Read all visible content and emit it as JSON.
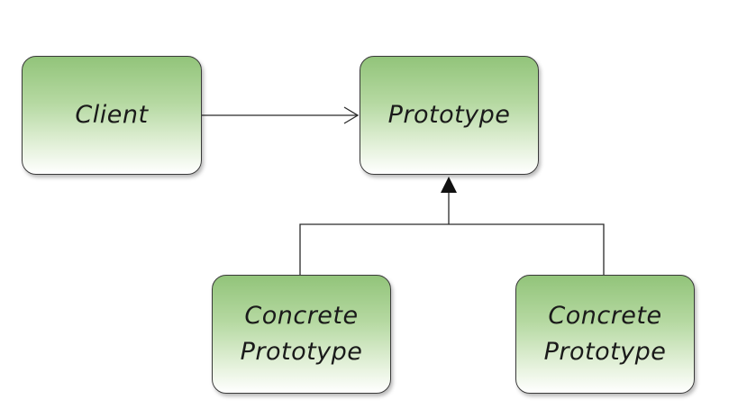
{
  "diagram": {
    "nodes": {
      "client": {
        "label": "Client"
      },
      "prototype": {
        "label": "Prototype"
      },
      "concrete_prototype_1": {
        "label": "Concrete\nPrototype"
      },
      "concrete_prototype_2": {
        "label": "Concrete\nPrototype"
      }
    },
    "edges": [
      {
        "from": "client",
        "to": "prototype",
        "kind": "association",
        "arrowhead": "open"
      },
      {
        "from": "concrete_prototype_1",
        "to": "prototype",
        "kind": "inheritance",
        "arrowhead": "filled-triangle"
      },
      {
        "from": "concrete_prototype_2",
        "to": "prototype",
        "kind": "inheritance",
        "arrowhead": "filled-triangle"
      }
    ],
    "colors": {
      "node_fill_top": "#92c47a",
      "node_fill_bottom": "#ffffff",
      "node_border": "#3a3a3a",
      "line": "#2a2a2a",
      "text": "#1a1a1a"
    }
  }
}
